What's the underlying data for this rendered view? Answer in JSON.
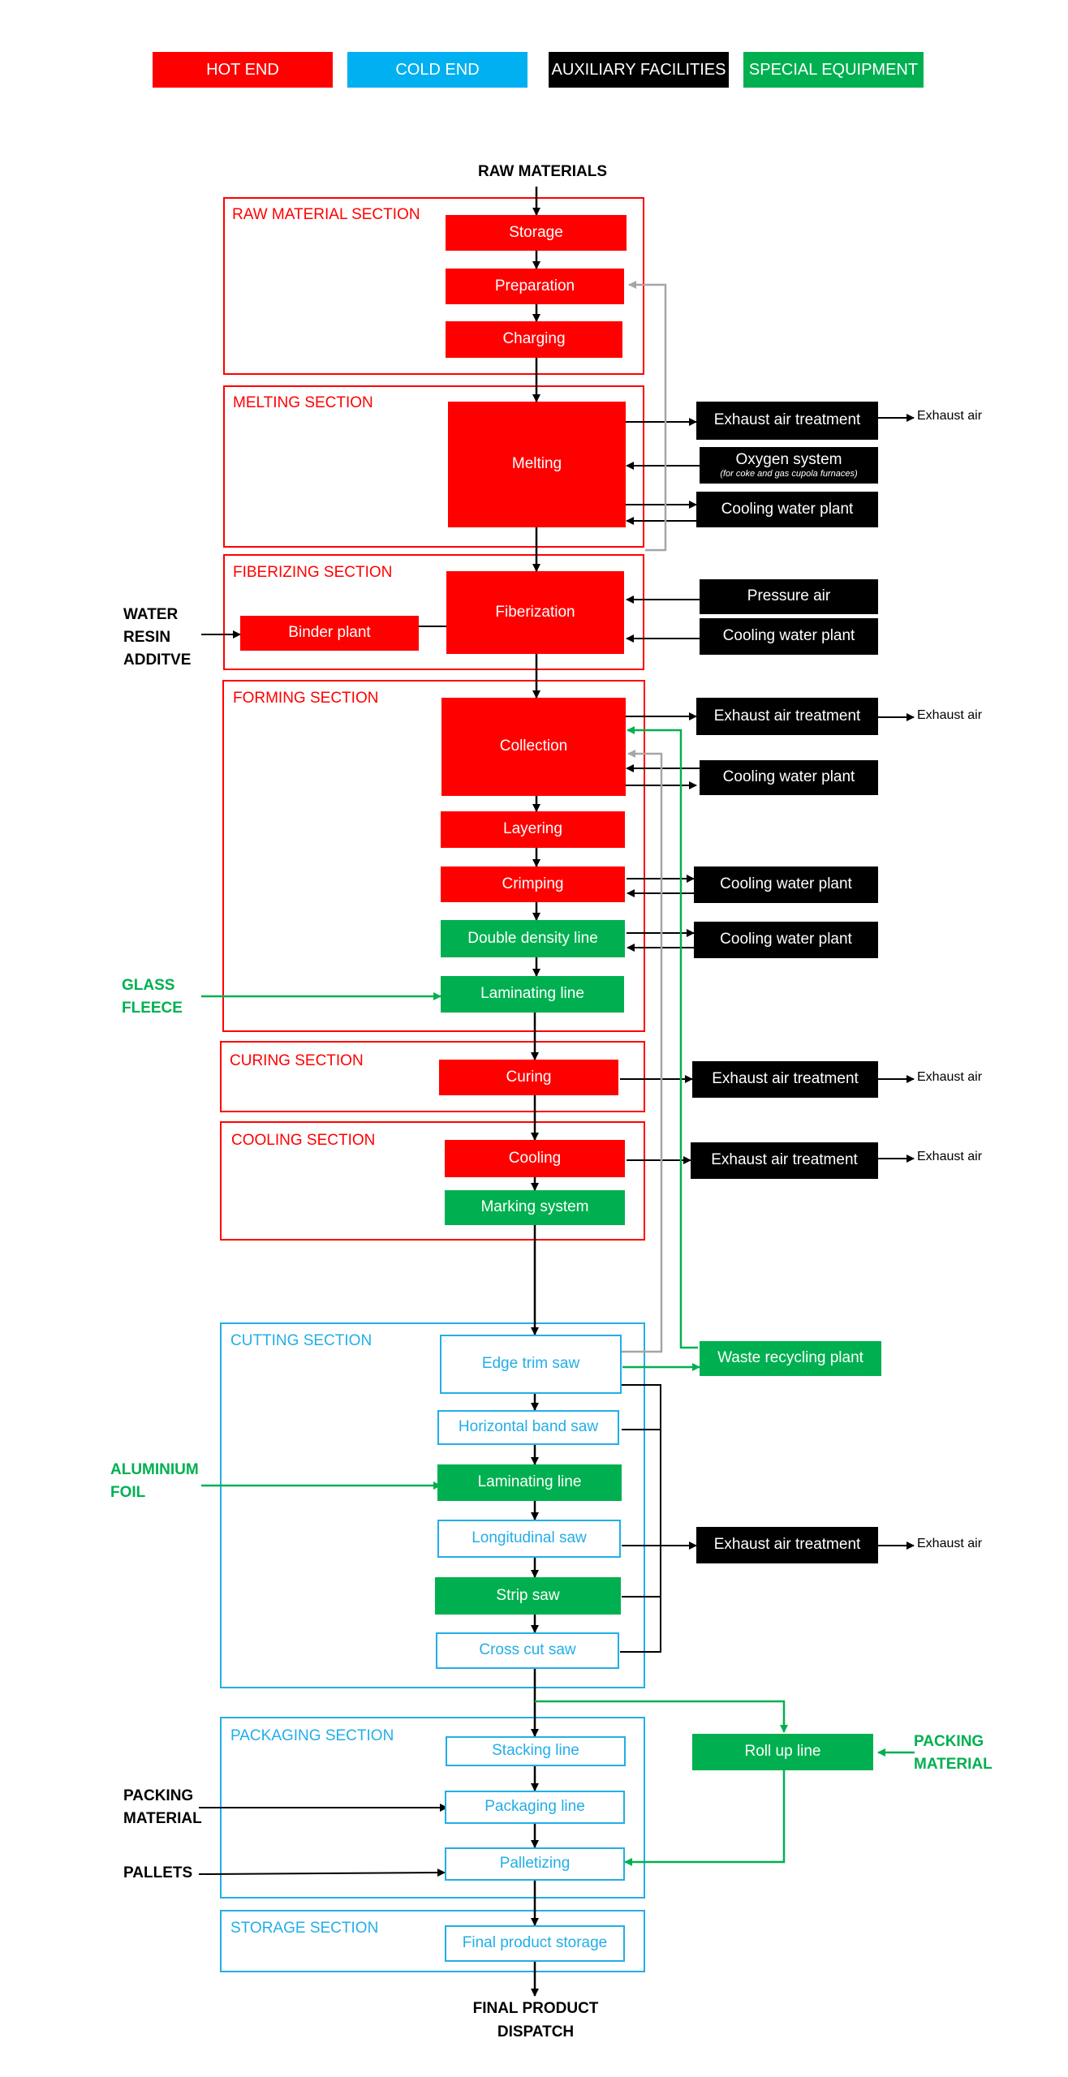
{
  "legend": {
    "hot_end": "HOT END",
    "cold_end": "COLD END",
    "auxiliary": "AUXILIARY FACILITIES",
    "special": "SPECIAL EQUIPMENT"
  },
  "colors": {
    "hot_end": "#ff0000",
    "cold_end": "#22aee8",
    "auxiliary": "#000000",
    "special": "#00b050",
    "recycle_line": "#a6a6a6"
  },
  "endpoints": {
    "raw_materials": "RAW MATERIALS",
    "final_product_line1": "FINAL PRODUCT",
    "final_product_line2": "DISPATCH"
  },
  "sections": {
    "raw_material": "RAW MATERIAL SECTION",
    "melting": "MELTING SECTION",
    "fiberizing": "FIBERIZING SECTION",
    "forming": "FORMING SECTION",
    "curing": "CURING SECTION",
    "cooling": "COOLING SECTION",
    "cutting": "CUTTING SECTION",
    "packaging": "PACKAGING SECTION",
    "storage": "STORAGE SECTION"
  },
  "process": {
    "storage": "Storage",
    "preparation": "Preparation",
    "charging": "Charging",
    "melting": "Melting",
    "fiberization": "Fiberization",
    "binder_plant": "Binder plant",
    "collection": "Collection",
    "layering": "Layering",
    "crimping": "Crimping",
    "double_density": "Double density line",
    "laminating_1": "Laminating line",
    "curing": "Curing",
    "cooling": "Cooling",
    "marking": "Marking system",
    "edge_trim": "Edge trim saw",
    "horizontal_band": "Horizontal band saw",
    "laminating_2": "Laminating line",
    "longitudinal": "Longitudinal saw",
    "strip_saw": "Strip saw",
    "cross_cut": "Cross cut saw",
    "stacking": "Stacking line",
    "packaging": "Packaging line",
    "palletizing": "Palletizing",
    "final_storage": "Final product storage",
    "roll_up": "Roll up line",
    "waste_recycling": "Waste recycling plant"
  },
  "auxiliary": {
    "exhaust_treatment": "Exhaust air treatment",
    "oxygen_system": "Oxygen system",
    "oxygen_note": "(for coke and gas cupola furnaces)",
    "cooling_water": "Cooling water plant",
    "pressure_air": "Pressure air"
  },
  "outputs": {
    "exhaust_air": "Exhaust air"
  },
  "inputs": {
    "water": "WATER",
    "resin": "RESIN",
    "additive": "ADDITVE",
    "glass": "GLASS",
    "fleece": "FLEECE",
    "aluminium": "ALUMINIUM",
    "foil": "FOIL",
    "packing": "PACKING",
    "material": "MATERIAL",
    "pallets": "PALLETS"
  }
}
